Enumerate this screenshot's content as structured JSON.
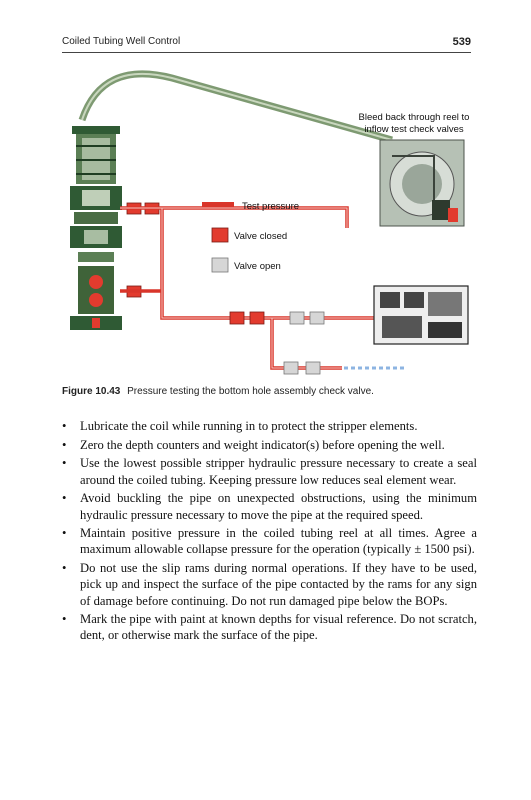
{
  "header": {
    "running_title": "Coiled Tubing Well Control",
    "page_number": "539"
  },
  "figure": {
    "callout": [
      "Bleed back through reel to",
      "inflow test check valves"
    ],
    "legend": [
      {
        "label": "Test pressure",
        "swatch": "line"
      },
      {
        "label": "Valve closed",
        "swatch": "closed-valve"
      },
      {
        "label": "Valve open",
        "swatch": "open-valve"
      }
    ],
    "colors": {
      "test_pressure": "#d9352a",
      "valve_closed": "#e23b2e",
      "valve_open": "#cfcfcf",
      "equipment": "#1f4a2a"
    }
  },
  "caption": {
    "number": "Figure 10.43",
    "text": "Pressure testing the bottom hole assembly check valve."
  },
  "bullets": [
    "Lubricate the coil while running in to protect the stripper elements.",
    "Zero the depth counters and weight indicator(s) before opening the well.",
    "Use the lowest possible stripper hydraulic pressure necessary to create a seal around the coiled tubing. Keeping pressure low reduces seal element wear.",
    "Avoid buckling the pipe on unexpected obstructions, using the minimum hydraulic pressure necessary to move the pipe at the required speed.",
    "Maintain positive pressure in the coiled tubing reel at all times. Agree a maximum allowable collapse pressure for the operation (typically ± 1500 psi).",
    "Do not use the slip rams during normal operations. If they have to be used, pick up and inspect the surface of the pipe contacted by the rams for any sign of damage before continuing. Do not run damaged pipe below the BOPs.",
    "Mark the pipe with paint at known depths for visual reference. Do not scratch, dent, or otherwise mark the surface of the pipe."
  ]
}
